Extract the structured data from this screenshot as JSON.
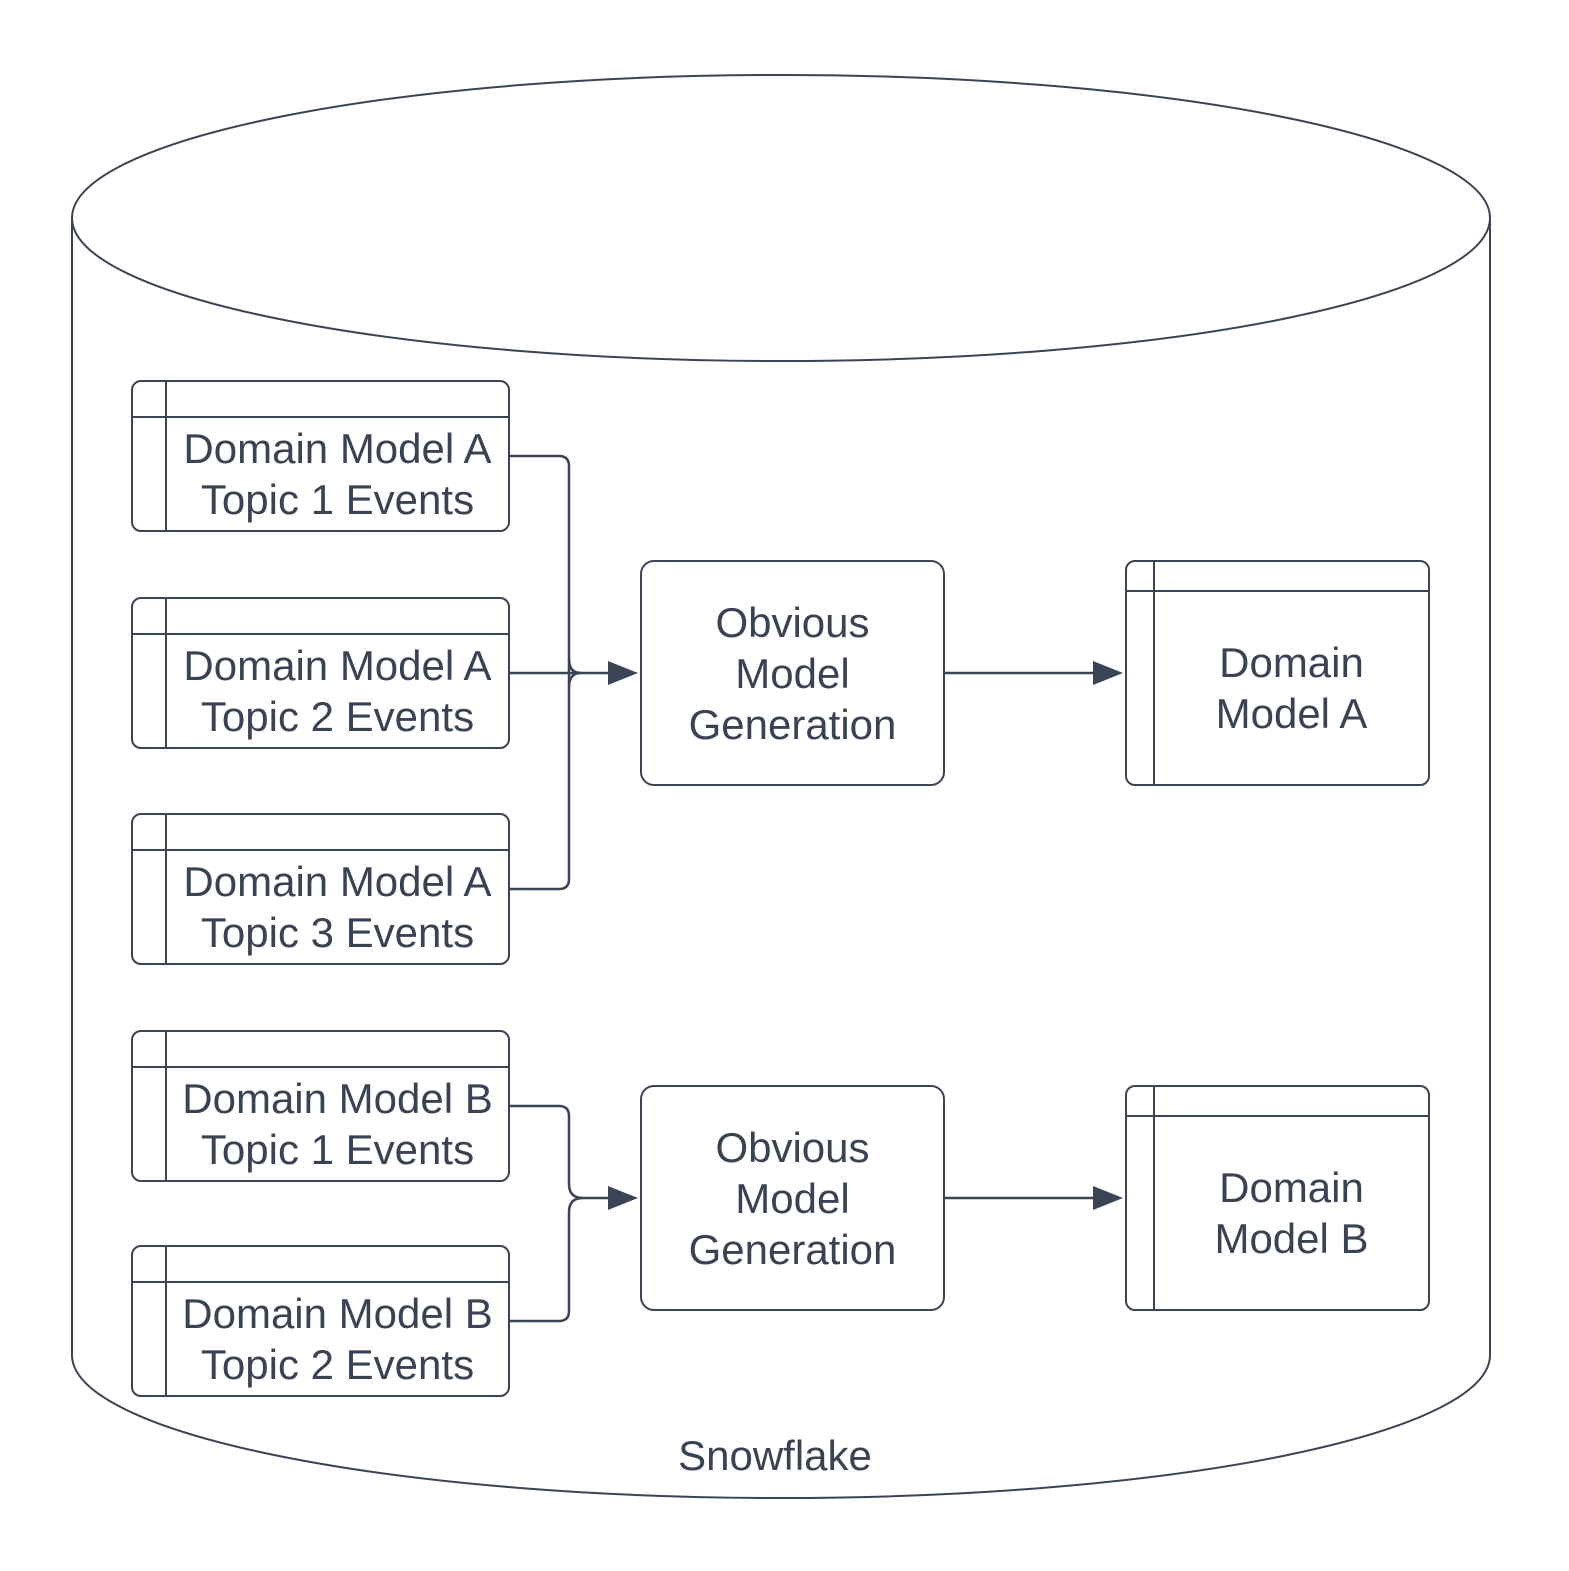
{
  "colors": {
    "stroke": "#3b4454",
    "text": "#394353",
    "background": "#ffffff"
  },
  "cylinder": {
    "label": "Snowflake"
  },
  "nodes": {
    "a1": {
      "line1": "Domain Model A",
      "line2": "Topic 1 Events"
    },
    "a2": {
      "line1": "Domain Model A",
      "line2": "Topic 2 Events"
    },
    "a3": {
      "line1": "Domain Model A",
      "line2": "Topic 3 Events"
    },
    "process_a": {
      "line1": "Obvious",
      "line2": "Model",
      "line3": "Generation"
    },
    "output_a": {
      "line1": "Domain",
      "line2": "Model A"
    },
    "b1": {
      "line1": "Domain Model B",
      "line2": "Topic 1 Events"
    },
    "b2": {
      "line1": "Domain Model B",
      "line2": "Topic 2 Events"
    },
    "process_b": {
      "line1": "Obvious",
      "line2": "Model",
      "line3": "Generation"
    },
    "output_b": {
      "line1": "Domain",
      "line2": "Model B"
    }
  }
}
